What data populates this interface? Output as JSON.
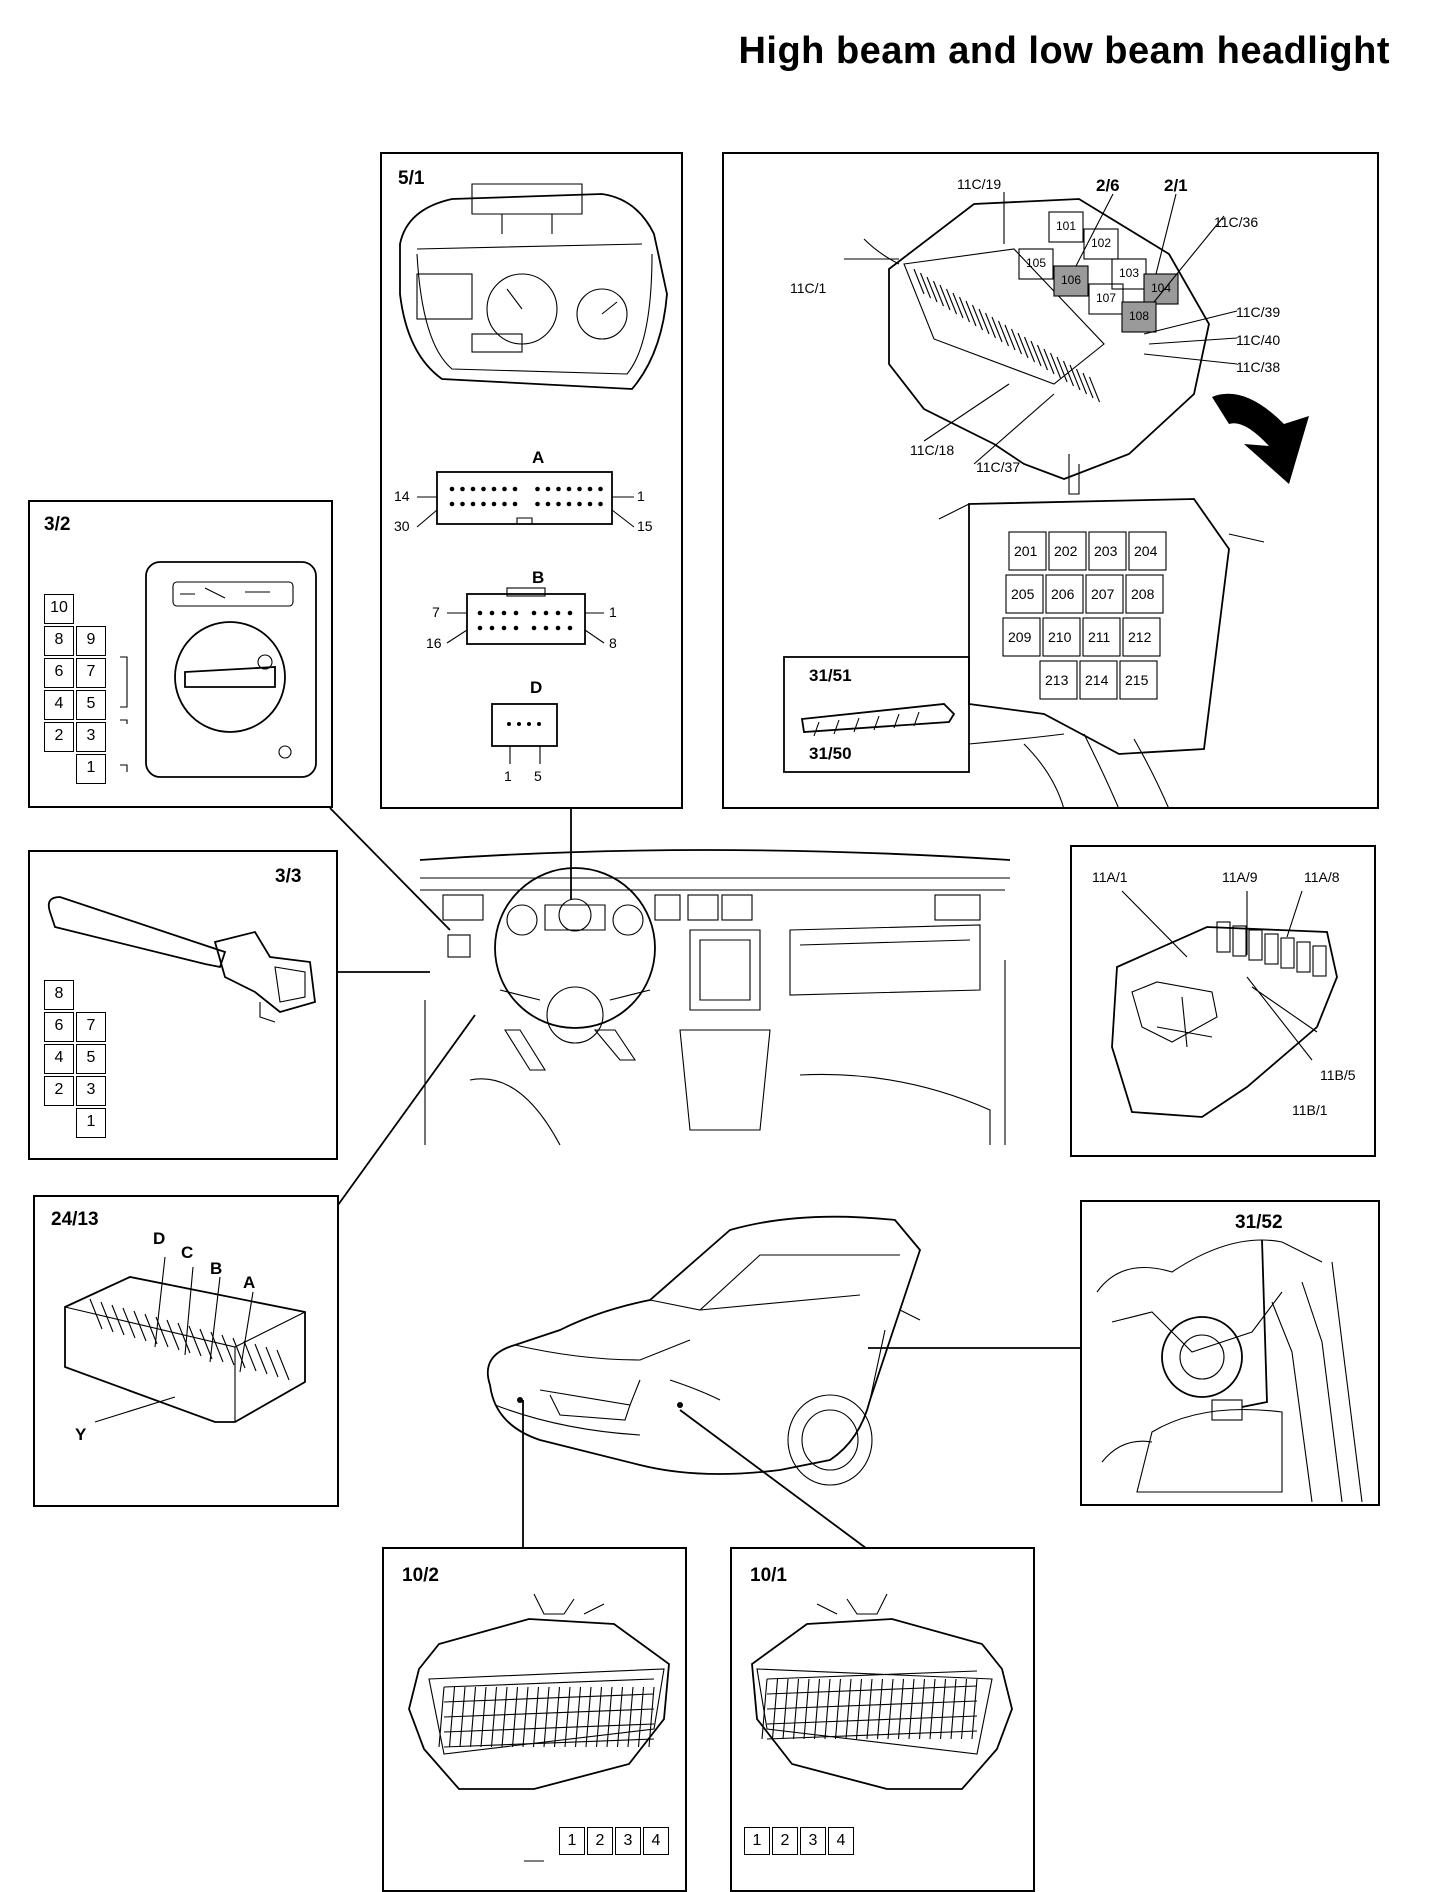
{
  "title": "High beam and low beam headlight",
  "panels": {
    "p5_1": {
      "label": "5/1",
      "conn_a": {
        "label": "A",
        "pins": [
          "14",
          "1",
          "30",
          "15"
        ]
      },
      "conn_b": {
        "label": "B",
        "pins": [
          "7",
          "1",
          "16",
          "8"
        ]
      },
      "conn_d": {
        "label": "D",
        "pins": [
          "1",
          "5"
        ]
      }
    },
    "p_relay_upper": {
      "callouts": [
        "11C/19",
        "2/6",
        "2/1",
        "11C/36",
        "11C/1",
        "11C/39",
        "11C/40",
        "11C/38",
        "11C/18",
        "11C/37"
      ],
      "fuses": [
        "101",
        "102",
        "105",
        "106",
        "103",
        "104",
        "107",
        "108"
      ],
      "lower_fuses": [
        "201",
        "202",
        "203",
        "204",
        "205",
        "206",
        "207",
        "208",
        "209",
        "210",
        "211",
        "212",
        "213",
        "214",
        "215"
      ],
      "conn_labels": [
        "31/51",
        "31/50"
      ]
    },
    "p3_2": {
      "label": "3/2",
      "pins": [
        "10",
        "8",
        "9",
        "6",
        "7",
        "4",
        "5",
        "2",
        "3",
        "1"
      ]
    },
    "p3_3": {
      "label": "3/3",
      "pins": [
        "8",
        "6",
        "7",
        "4",
        "5",
        "2",
        "3",
        "1"
      ]
    },
    "p11a": {
      "callouts": [
        "11A/1",
        "11A/9",
        "11A/8",
        "11B/5",
        "11B/1"
      ]
    },
    "p24_13": {
      "label": "24/13",
      "callouts": [
        "D",
        "C",
        "B",
        "A",
        "Y"
      ]
    },
    "p31_52": {
      "label": "31/52"
    },
    "p10_2": {
      "label": "10/2",
      "pins": [
        "1",
        "2",
        "3",
        "4"
      ]
    },
    "p10_1": {
      "label": "10/1",
      "pins": [
        "1",
        "2",
        "3",
        "4"
      ]
    }
  }
}
